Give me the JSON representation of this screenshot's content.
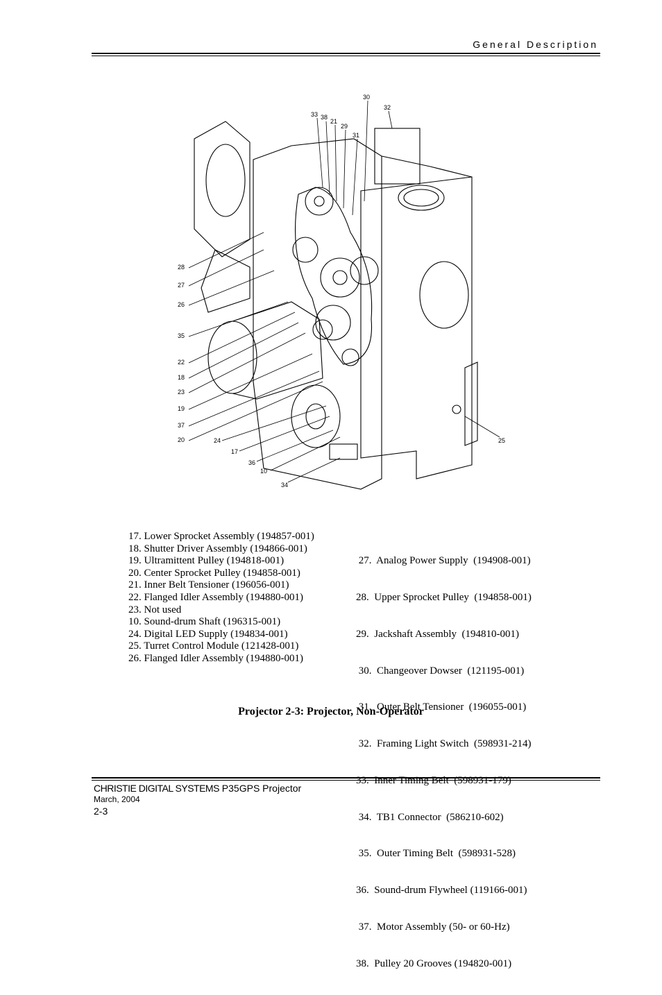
{
  "header": {
    "section": "General Description"
  },
  "figure": {
    "callouts": [
      "33",
      "38",
      "21",
      "29",
      "31",
      "30",
      "32",
      "28",
      "27",
      "26",
      "35",
      "22",
      "18",
      "23",
      "19",
      "37",
      "20",
      "24",
      "17",
      "36",
      "10",
      "34",
      "25"
    ]
  },
  "legend": {
    "left": [
      "17.  Lower Sprocket Assembly  (194857-001)",
      "18.  Shutter Driver Assembly  (194866-001)",
      "19.  Ultramittent Pulley  (194818-001)",
      "20.  Center Sprocket Pulley  (194858-001)",
      "21.  Inner Belt Tensioner  (196056-001)",
      "22.  Flanged Idler Assembly  (194880-001)",
      "23.  Not used",
      "10.  Sound-drum Shaft (196315-001)",
      "24.  Digital LED Supply  (194834-001)",
      "25.  Turret Control Module (121428-001)",
      "26.  Flanged Idler Assembly  (194880-001)"
    ],
    "right": [
      " 27.  Analog Power Supply  (194908-001)",
      "28.  Upper Sprocket Pulley  (194858-001)",
      "29.  Jackshaft Assembly  (194810-001)",
      " 30.  Changeover Dowser  (121195-001)",
      " 31.  Outer Belt Tensioner  (196055-001)",
      " 32.  Framing Light Switch  (598931-214)",
      "33.  Inner Timing Belt  (598931-179)",
      " 34.  TB1 Connector  (586210-602)",
      " 35.  Outer Timing Belt  (598931-528)",
      "36.  Sound-drum Flywheel (119166-001)",
      " 37.  Motor Assembly (50- or 60-Hz)",
      "38.  Pulley 20 Grooves (194820-001)"
    ]
  },
  "caption": "Projector 2-3: Projector, Non-Operator",
  "footer": {
    "brand": "CHRISTIE DIGITAL SYSTEMS",
    "model": " P35GPS Projector",
    "date": "March, 2004",
    "page": "2-3"
  }
}
